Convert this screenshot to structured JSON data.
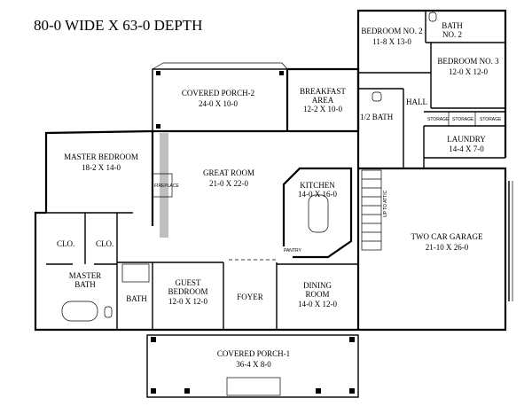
{
  "title": "80-0 WIDE X 63-0 DEPTH",
  "rooms": {
    "covered_porch_2": {
      "name": "COVERED PORCH-2",
      "size": "24-0 X 10-0"
    },
    "breakfast": {
      "name1": "BREAKFAST",
      "name2": "AREA",
      "size": "12-2 X 10-0"
    },
    "bedroom2": {
      "name": "BEDROOM NO. 2",
      "size": "11-8 X 13-0"
    },
    "bath2": {
      "name1": "BATH",
      "name2": "NO. 2"
    },
    "bedroom3": {
      "name": "BEDROOM NO. 3",
      "size": "12-0 X 12-0"
    },
    "half_bath": {
      "name": "1/2 BATH"
    },
    "hall": {
      "name": "HALL"
    },
    "laundry": {
      "name": "LAUNDRY",
      "size": "14-4 X 7-0"
    },
    "master_bedroom": {
      "name": "MASTER BEDROOM",
      "size": "18-2 X 14-0"
    },
    "great_room": {
      "name": "GREAT ROOM",
      "size": "21-0 X 22-0"
    },
    "kitchen": {
      "name": "KITCHEN",
      "size": "14-0 X 16-0"
    },
    "garage": {
      "name": "TWO CAR GARAGE",
      "size": "21-10 X 26-0"
    },
    "master_bath": {
      "name1": "MASTER",
      "name2": "BATH"
    },
    "bath": {
      "name": "BATH"
    },
    "guest_bedroom": {
      "name1": "GUEST",
      "name2": "BEDROOM",
      "size": "12-0 X 12-0"
    },
    "foyer": {
      "name": "FOYER"
    },
    "dining": {
      "name1": "DINING",
      "name2": "ROOM",
      "size": "14-0 X 12-0"
    },
    "covered_porch_1": {
      "name": "COVERED PORCH-1",
      "size": "36-4 X 8-0"
    }
  },
  "labels": {
    "closet": "CLO.",
    "storage": "STORAGE",
    "pantry": "PANTRY",
    "fireplace": "FIREPLACE",
    "attic": "UP TO ATTIC"
  }
}
